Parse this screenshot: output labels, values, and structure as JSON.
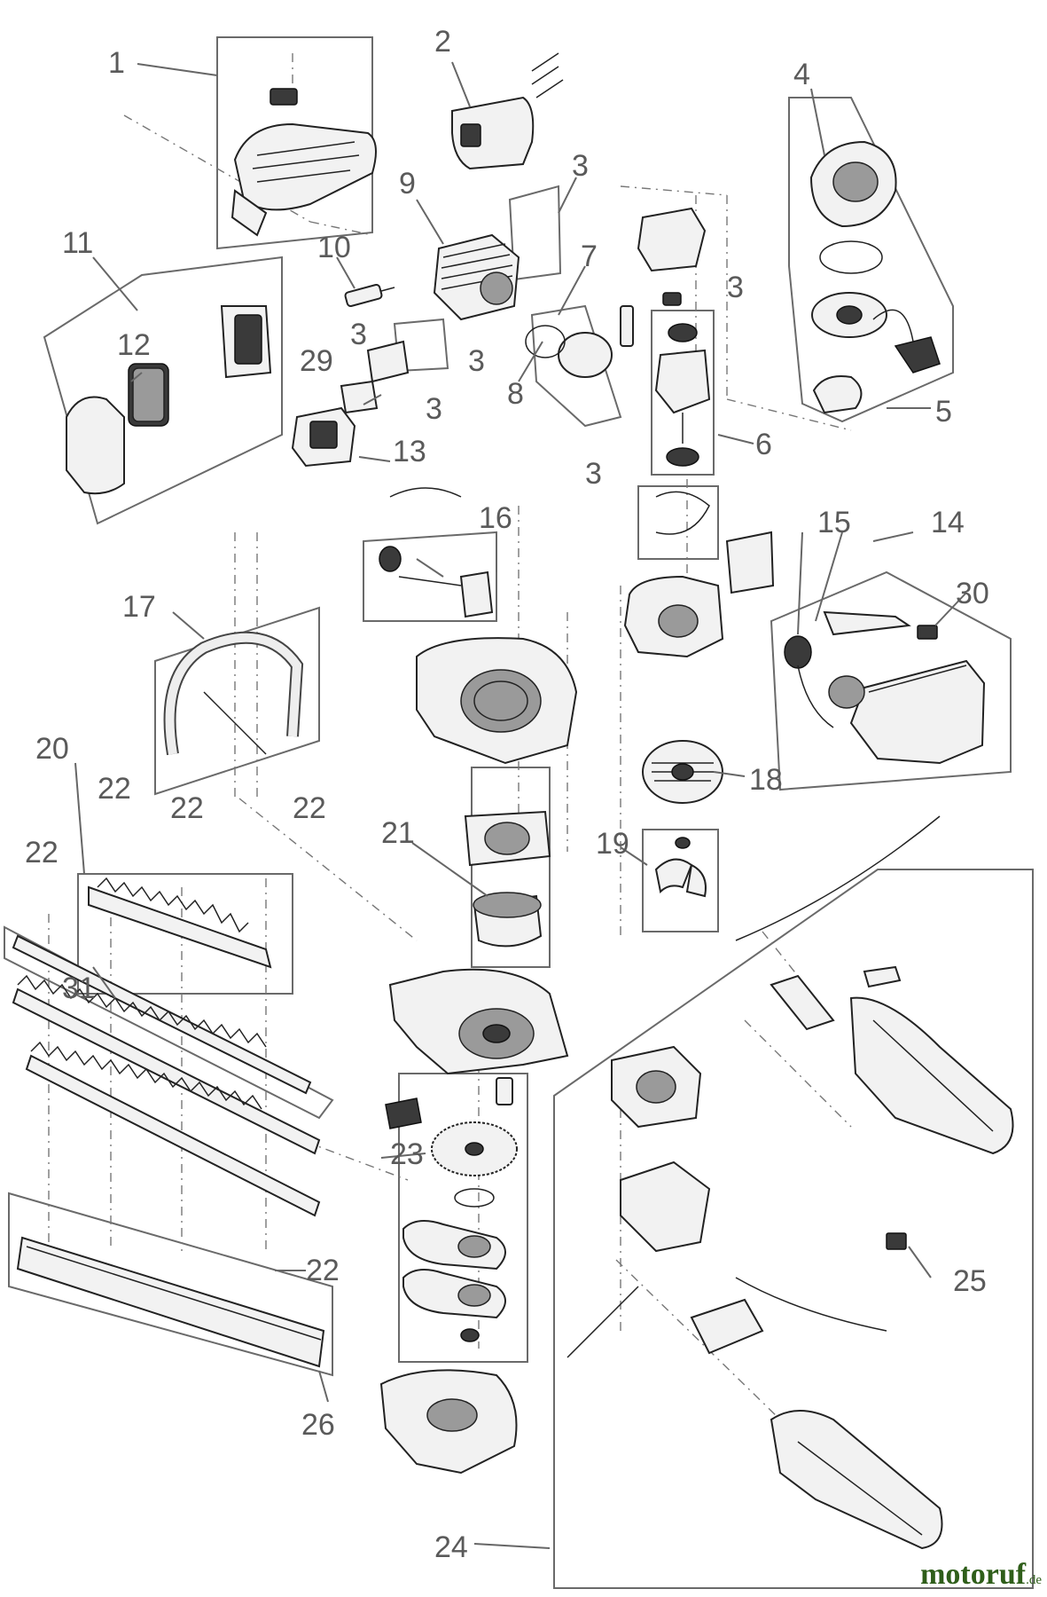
{
  "callouts": {
    "c1": "1",
    "c2": "2",
    "c3a": "3",
    "c3b": "3",
    "c3c": "3",
    "c3d": "3",
    "c3e": "3",
    "c3f": "3",
    "c4": "4",
    "c5": "5",
    "c6": "6",
    "c7": "7",
    "c8": "8",
    "c9": "9",
    "c10": "10",
    "c11": "11",
    "c12": "12",
    "c13": "13",
    "c14": "14",
    "c15": "15",
    "c16": "16",
    "c17": "17",
    "c18": "18",
    "c19": "19",
    "c20": "20",
    "c21": "21",
    "c22a": "22",
    "c22b": "22",
    "c22c": "22",
    "c22d": "22",
    "c22e": "22",
    "c23": "23",
    "c24": "24",
    "c25": "25",
    "c26": "26",
    "c29": "29",
    "c30": "30",
    "c31": "31"
  },
  "watermark": {
    "brand": "motoruf",
    "tld": ".de"
  }
}
